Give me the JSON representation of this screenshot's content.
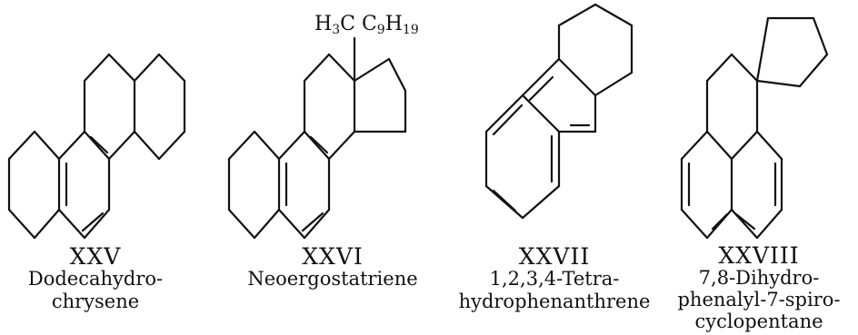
{
  "compounds": [
    {
      "numeral": "XXV",
      "name_lines": [
        "Dodecahydro-",
        "chrysene"
      ]
    },
    {
      "numeral": "XXVI",
      "name_lines": [
        "Neoergostatriene"
      ]
    },
    {
      "numeral": "XXVII",
      "name_lines": [
        "1,2,3,4-Tetra-",
        "hydrophenanthrene"
      ]
    },
    {
      "numeral": "XXVIII",
      "name_lines": [
        "7,8-Dihydro-",
        "phenalyl-7-spiro-",
        "cyclopentane"
      ]
    }
  ],
  "substituents": {
    "methyl": {
      "base": "H",
      "sub": "3",
      "tail": "C"
    },
    "side_chain": {
      "c": "C",
      "c_sub": "9",
      "h": "H",
      "h_sub": "19"
    }
  }
}
